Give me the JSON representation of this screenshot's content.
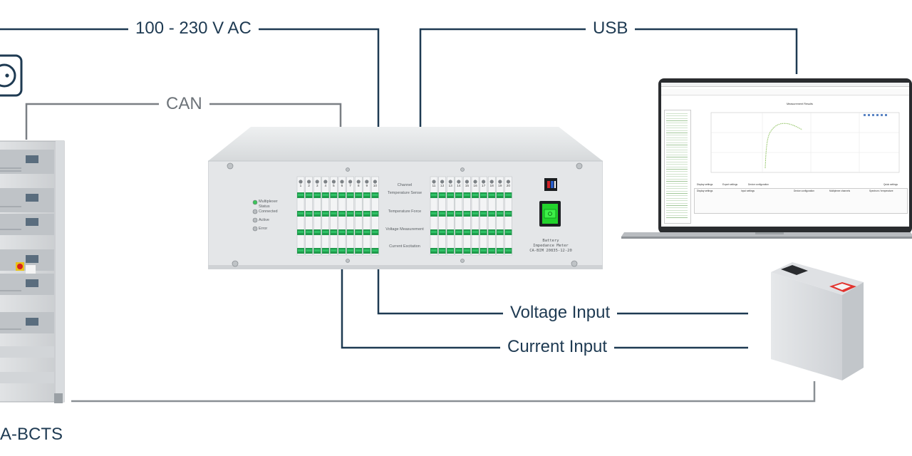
{
  "connections": {
    "ac_power": "100 - 230 V AC",
    "can": "CAN",
    "usb": "USB",
    "voltage_input": "Voltage Input",
    "current_input": "Current Input"
  },
  "cycler_label": "A-BCTS",
  "device": {
    "rows": [
      "Channel",
      "Temperature Sense",
      "Temperature Force",
      "Voltage Measurement",
      "Current Excitation"
    ],
    "leds": [
      "Multiplexer Status",
      "Connected",
      "Active",
      "Error"
    ],
    "name_lines": [
      "Battery",
      "Impedance Meter",
      "CA-BIM 20835-12-20"
    ],
    "channels_left": [
      "1",
      "2",
      "3",
      "4",
      "5",
      "6",
      "7",
      "8",
      "9",
      "10"
    ],
    "channels_right": [
      "11",
      "12",
      "13",
      "14",
      "15",
      "16",
      "17",
      "18",
      "19",
      "20"
    ]
  },
  "software": {
    "plot_title": "Measurement Results",
    "buttons": [
      "Display settings",
      "Export settings",
      "Device configuration",
      "Quick settings"
    ],
    "groups": [
      "Display settings",
      "Input settings",
      "Device configuration",
      "Multiplexer channels",
      "Spectrum / temperature"
    ]
  },
  "colors": {
    "navy": "#1e3a52",
    "gray_line": "#7a7f84",
    "green_terminal": "#1f9a4b",
    "switch_green": "#22d32c"
  }
}
